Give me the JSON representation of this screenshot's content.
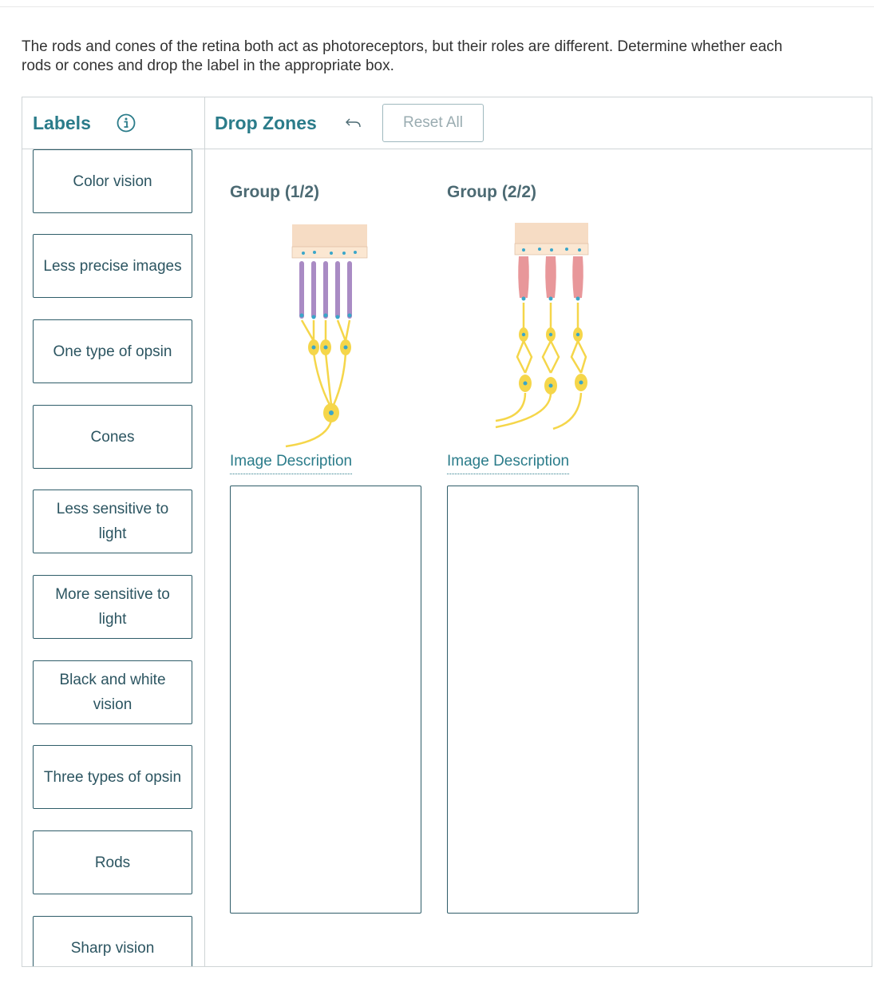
{
  "instructions": "The rods and cones of the retina both act as photoreceptors, but their roles are different. Determine whether each\nrods or cones and drop the label in the appropriate box.",
  "labels_panel": {
    "title": "Labels",
    "info_icon": "info-icon"
  },
  "drop_panel": {
    "title": "Drop Zones",
    "undo_icon": "undo-icon",
    "reset_label": "Reset All"
  },
  "labels": [
    {
      "text": "Color vision"
    },
    {
      "text": "Less precise images"
    },
    {
      "text": "One type of opsin"
    },
    {
      "text": "Cones"
    },
    {
      "text": "Less sensitive to light"
    },
    {
      "text": "More sensitive to light"
    },
    {
      "text": "Black and white vision"
    },
    {
      "text": "Three types of opsin"
    },
    {
      "text": "Rods"
    },
    {
      "text": "Sharp vision"
    }
  ],
  "groups": [
    {
      "title": "Group (1/2)",
      "image_link": "Image Description"
    },
    {
      "title": "Group (2/2)",
      "image_link": "Image Description"
    }
  ],
  "colors": {
    "accent": "#2b7c8a",
    "rod": "#a98bc4",
    "cone": "#e8979a",
    "neuron": "#f5d64a",
    "nucleus": "#3aa6c9",
    "epithelium": "#f6dcc4"
  }
}
